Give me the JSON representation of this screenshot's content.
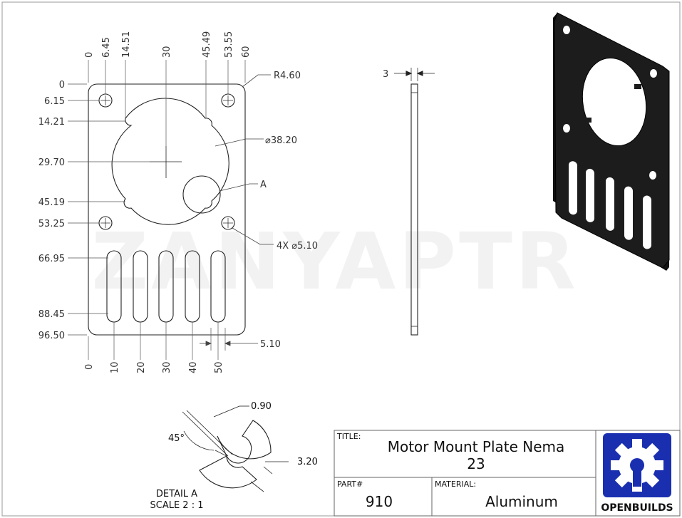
{
  "title_block": {
    "title_label": "TITLE:",
    "title_line1": "Motor Mount Plate Nema",
    "title_line2": "23",
    "part_label": "PART#",
    "part_value": "910",
    "material_label": "MATERIAL:",
    "material_value": "Aluminum"
  },
  "logo": {
    "text": "OPENBUILDS",
    "icon": "gear-icon",
    "color": "#1a2fb0"
  },
  "watermark": "ZANYAPTR",
  "top_dims": [
    "0",
    "6.45",
    "14.51",
    "30",
    "45.49",
    "53.55",
    "60"
  ],
  "left_dims": [
    "0",
    "6.15",
    "14.21",
    "29.70",
    "45.19",
    "53.25",
    "66.95",
    "88.45",
    "96.50"
  ],
  "bottom_dims": [
    "0",
    "10",
    "20",
    "30",
    "40",
    "50"
  ],
  "callouts": {
    "radius": "R4.60",
    "bore": "⌀38.20",
    "detail_ref": "A",
    "holes": "4X ⌀5.10",
    "slot_width": "5.10",
    "thickness": "3"
  },
  "detail": {
    "angle": "45°",
    "chamfer": "0.90",
    "depth": "3.20",
    "label_line1": "DETAIL A",
    "label_line2": "SCALE 2 : 1"
  }
}
